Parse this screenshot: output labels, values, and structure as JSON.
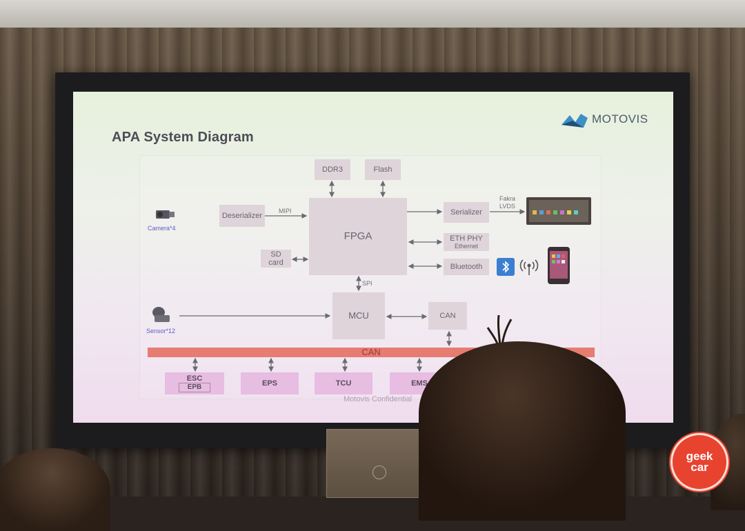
{
  "slide": {
    "title": "APA System Diagram",
    "logo_text": "MOTOVIS",
    "footer": "Motovis Confidential"
  },
  "blocks": {
    "ddr3": "DDR3",
    "flash": "Flash",
    "fpga": "FPGA",
    "deserializer": "Deserializer",
    "serializer": "Serializer",
    "eth_phy": "ETH PHY",
    "eth_phy_sub": "Ethernet",
    "bluetooth": "Bluetooth",
    "sd_card_line1": "SD",
    "sd_card_line2": "card",
    "mcu": "MCU",
    "can_controller": "CAN",
    "can_bus": "CAN",
    "esc": "ESC",
    "epb": "EPB",
    "eps": "EPS",
    "tcu": "TCU",
    "ems": "EMS"
  },
  "labels": {
    "camera": "Camera*4",
    "sensor": "Sensor*12",
    "mipi": "MIPI",
    "spi": "SPI",
    "fakra": "Fakra",
    "lvds": "LVDS"
  },
  "watermark": {
    "line1": "geek",
    "line2": "car"
  },
  "colors": {
    "block": "#ded4d9",
    "pink_block": "#e7bde2",
    "can_bus": "#e67c72",
    "watermark": "#e8432f"
  }
}
